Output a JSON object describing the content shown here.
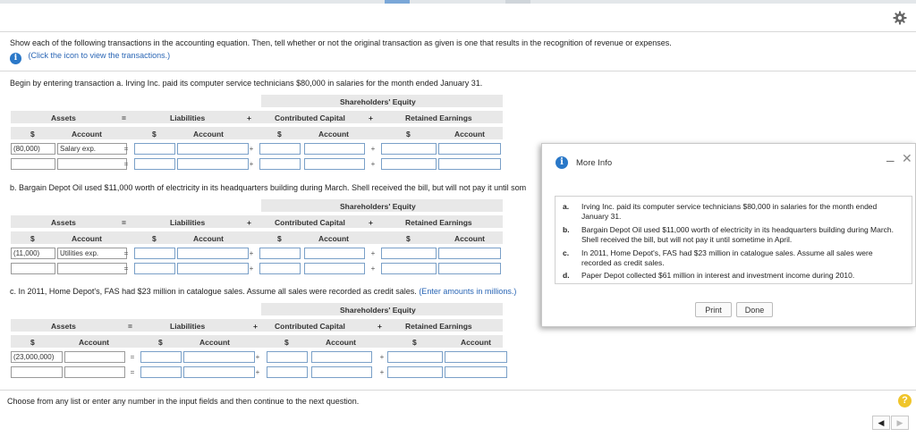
{
  "instructions": "Show each of the following transactions in the accounting equation. Then, tell whether or not the original transaction as given is one that results in the recognition of revenue or expenses.",
  "info_link": "(Click the icon to view the transactions.)",
  "footer": "Choose from any list or enter any number in the input fields and then continue to the next question.",
  "headers": {
    "equity": "Shareholders' Equity",
    "assets": "Assets",
    "eq": "=",
    "liabilities": "Liabilities",
    "plus": "+",
    "contributed": "Contributed Capital",
    "retained": "Retained Earnings",
    "dollar": "$",
    "account": "Account"
  },
  "sections": [
    {
      "prompt": "Begin by entering transaction a. Irving Inc. paid its computer service technicians $80,000 in salaries for the month ended January 31.",
      "rows": [
        {
          "asset_amt": "(80,000)",
          "asset_acct": "Salary exp."
        },
        {
          "asset_amt": "",
          "asset_acct": ""
        }
      ]
    },
    {
      "prompt": "b. Bargain Depot Oil used $11,000 worth of electricity in its headquarters building during March. Shell received the bill, but will not pay it until som",
      "rows": [
        {
          "asset_amt": "(11,000)",
          "asset_acct": "Utilities exp."
        },
        {
          "asset_amt": "",
          "asset_acct": ""
        }
      ]
    },
    {
      "prompt": "c. In 2011, Home Depot's, FAS had $23 million in catalogue sales. Assume all sales were recorded as credit sales.",
      "prompt_note": "(Enter amounts in millions.)",
      "rows": [
        {
          "asset_amt": "(23,000,000)",
          "asset_acct": ""
        },
        {
          "asset_amt": "",
          "asset_acct": ""
        }
      ]
    }
  ],
  "modal": {
    "title": "More Info",
    "items": [
      {
        "key": "a.",
        "text": "Irving Inc. paid its computer service technicians $80,000 in salaries for the month ended January 31."
      },
      {
        "key": "b.",
        "text": "Bargain Depot Oil used $11,000 worth of electricity in its headquarters building during March. Shell received the bill, but will not pay it until sometime in April."
      },
      {
        "key": "c.",
        "text": "In 2011, Home Depot's, FAS had $23 million in catalogue sales. Assume all sales were recorded as credit sales."
      },
      {
        "key": "d.",
        "text": "Paper Depot collected $61 million in interest and investment income during 2010."
      }
    ],
    "print_label": "Print",
    "done_label": "Done"
  },
  "help_label": "?",
  "nav": {
    "prev": "◀",
    "next": "▶"
  },
  "colors": {
    "accent": "#2a78c8",
    "help": "#f0c52a",
    "header_band": "#e8e8e8"
  }
}
